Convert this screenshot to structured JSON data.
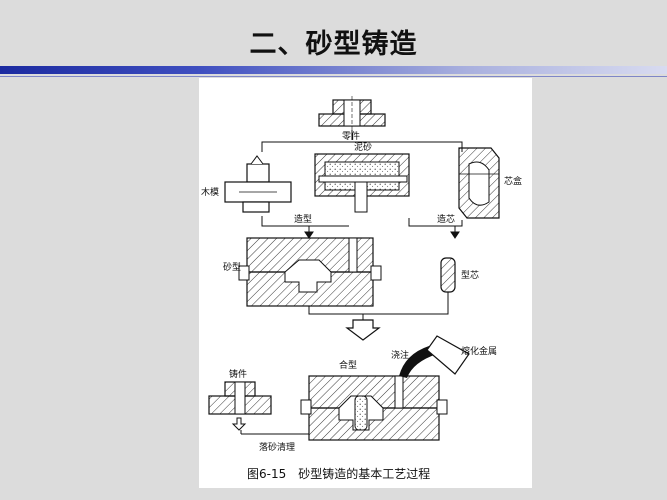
{
  "slide": {
    "title": "二、砂型铸造"
  },
  "figure": {
    "labels": {
      "part": "零件",
      "mud_core": "泥砂",
      "wood_pattern": "木模",
      "core_box": "芯盒",
      "molding": "造型",
      "core_making": "造芯",
      "sand_mold": "砂型",
      "core": "型芯",
      "assembly": "合型",
      "pouring": "浇注",
      "molten_metal": "熔化金属",
      "casting": "铸件",
      "shakeout": "落砂清理"
    },
    "caption": "图6-15　砂型铸造的基本工艺过程"
  }
}
